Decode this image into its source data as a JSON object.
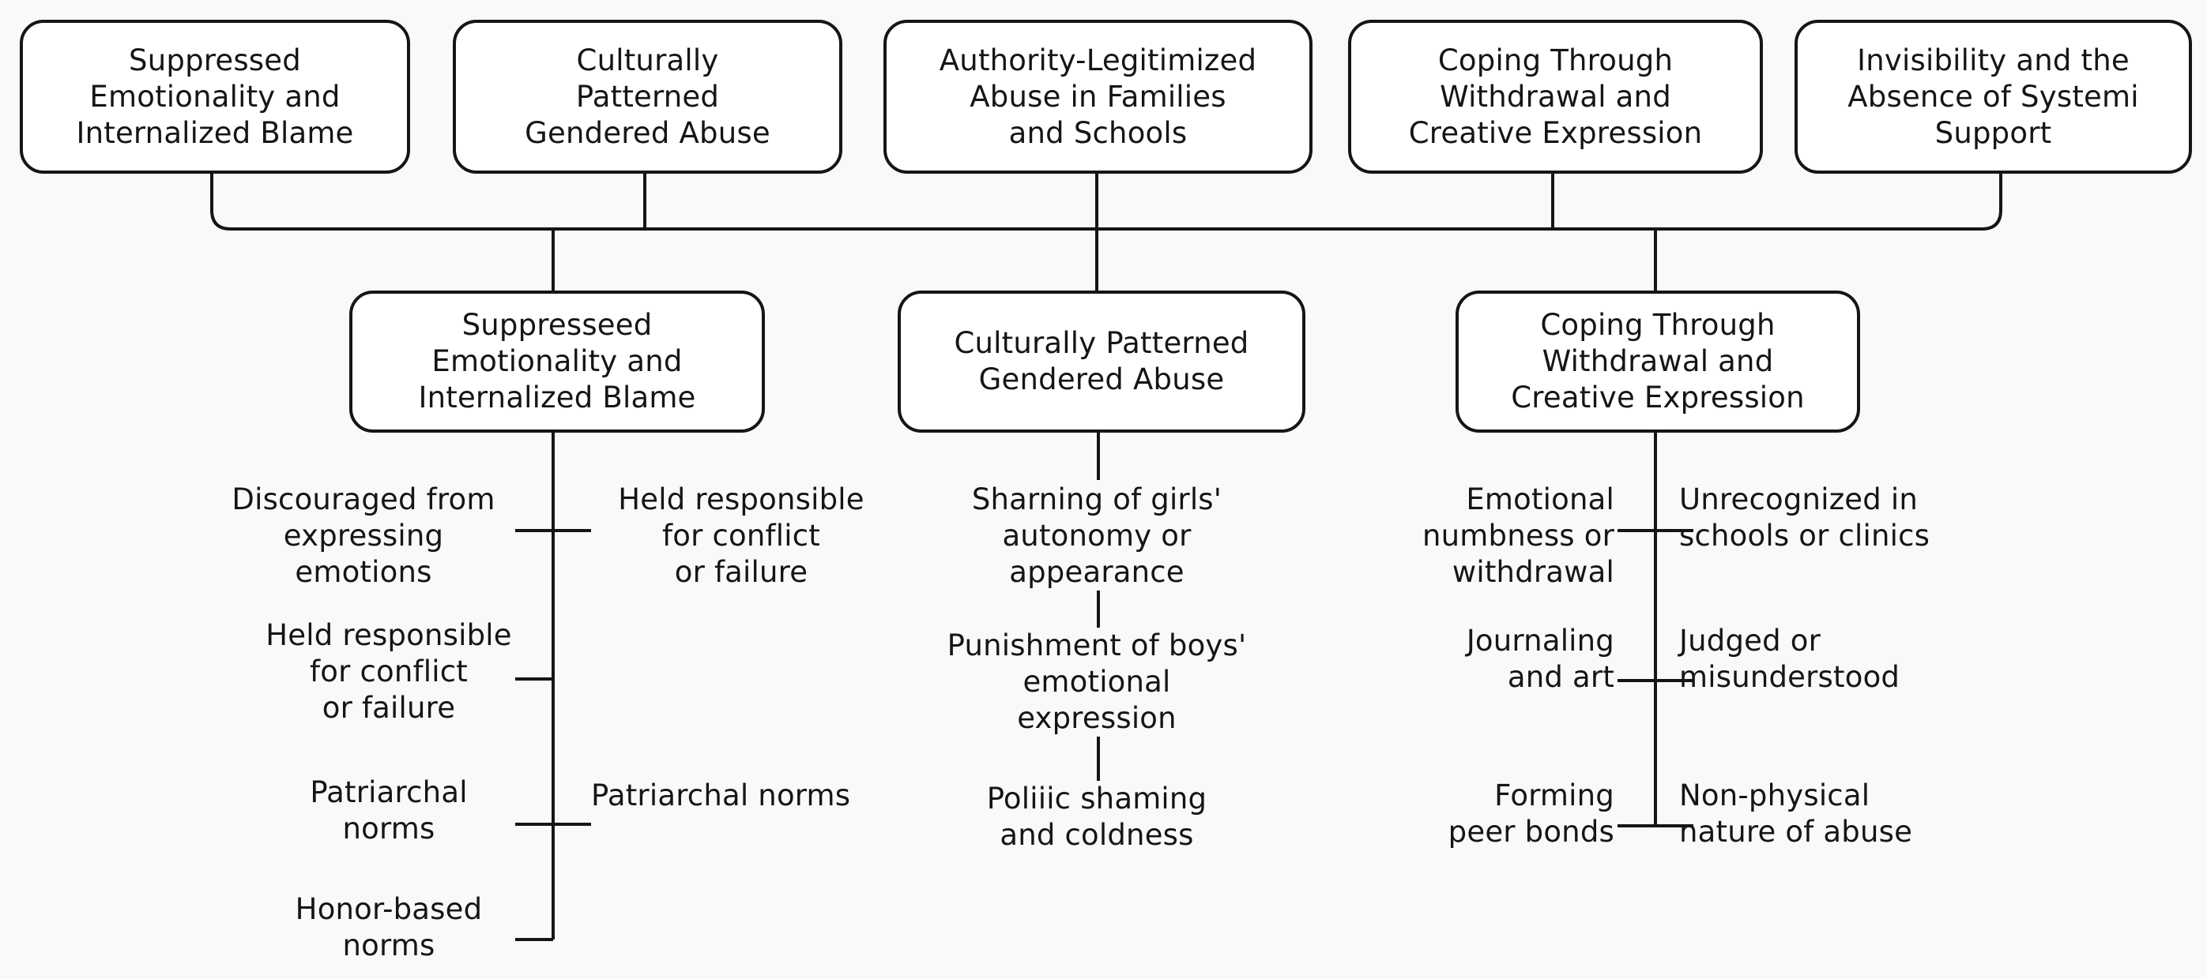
{
  "colors": {
    "line": "#151515",
    "box_fill": "#ffffff",
    "background": "#f9f9f9",
    "text": "#151515"
  },
  "top_row": [
    {
      "label": "Suppressed\nEmotionality and\nInternalized Blame"
    },
    {
      "label": "Culturally\nPatterned\nGendered Abuse"
    },
    {
      "label": "Authority-Legitimized\nAbuse in Families\nand Schools"
    },
    {
      "label": "Coping Through\nWithdrawal and\nCreative Expression"
    },
    {
      "label": "Invisibility and the\nAbsence of Systemi\nSupport"
    }
  ],
  "mid_row": [
    {
      "label": "Suppresseed\nEmotionality and\nInternalized Blame"
    },
    {
      "label": "Culturally Patterned\nGendered Abuse"
    },
    {
      "label": "Coping Through\nWithdrawal and\nCreative Expression"
    }
  ],
  "leaves": {
    "left": [
      {
        "label": "Discouraged from\nexpressing\nemotions"
      },
      {
        "label": "Held responsible\nfor conflict\nor failure"
      },
      {
        "label": "Held responsible\nfor conflict\nor failure"
      },
      {
        "label": "Patriarchal\nnorms"
      },
      {
        "label": "Patriarchal norms"
      },
      {
        "label": "Honor-based\nnorms"
      }
    ],
    "middle": [
      {
        "label": "Sharning of girls'\nautonomy or\nappearance"
      },
      {
        "label": "Punishment of boys'\nemotional\nexpression"
      },
      {
        "label": "Poliiic shaming\nand coldness"
      }
    ],
    "right": [
      {
        "label": "Emotional\nnumbness or\nwithdrawal"
      },
      {
        "label": "Unrecognized in\nschools or clinics"
      },
      {
        "label": "Journaling\nand art"
      },
      {
        "label": "Judged or\nmisunderstood"
      },
      {
        "label": "Forming\npeer bonds"
      },
      {
        "label": "Non-physical\nnature of abuse"
      }
    ]
  }
}
